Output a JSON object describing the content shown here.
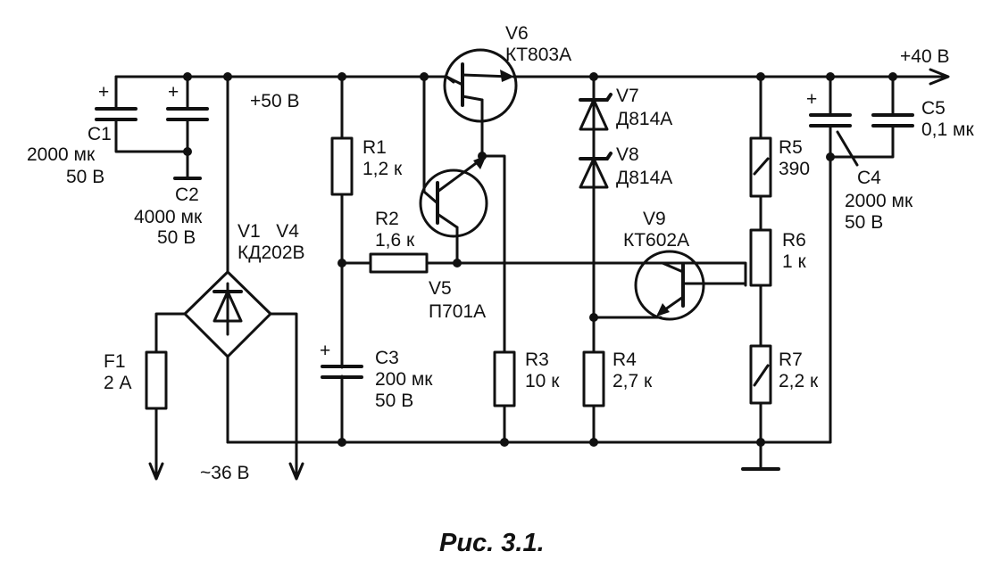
{
  "labels": {
    "c1": "C1",
    "c1_val": "2000 мк",
    "c1_volt": "50 В",
    "c2": "C2",
    "c2_val": "4000 мк",
    "c2_volt": "50 В",
    "plus50": "+50 В",
    "v1v4": "V1   V4",
    "v1v4_type": "КД202В",
    "f1": "F1",
    "f1_val": "2 А",
    "ac": "~36 В",
    "r1": "R1",
    "r1_val": "1,2 к",
    "r2": "R2",
    "r2_val": "1,6 к",
    "c3": "C3",
    "c3_val": "200 мк",
    "c3_volt": "50 В",
    "v5": "V5",
    "v5_type": "П701А",
    "v6": "V6",
    "v6_type": "КТ803А",
    "r3": "R3",
    "r3_val": "10 к",
    "v7": "V7",
    "v7_type": "Д814А",
    "v8": "V8",
    "v8_type": "Д814А",
    "v9": "V9",
    "v9_type": "КТ602А",
    "r4": "R4",
    "r4_val": "2,7 к",
    "r5": "R5",
    "r5_val": "390",
    "r6": "R6",
    "r6_val": "1 к",
    "r7": "R7",
    "r7_val": "2,2 к",
    "plus40": "+40 В",
    "c4": "C4",
    "c4_val": "2000 мк",
    "c4_volt": "50 В",
    "c5": "C5",
    "c5_val": "0,1 мк",
    "plus": "+"
  },
  "caption": "Рис. 3.1."
}
